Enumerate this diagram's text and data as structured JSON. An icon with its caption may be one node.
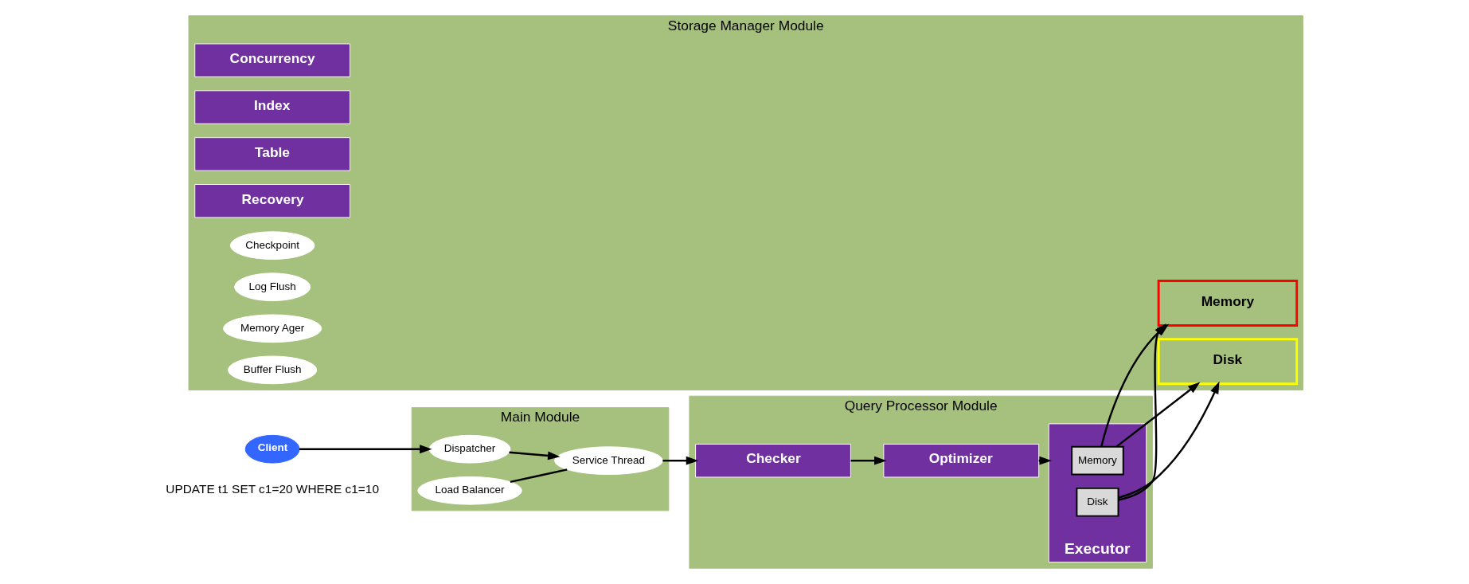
{
  "diagram": {
    "nodes": [
      {
        "text": [
          "Main Module"
        ]
      },
      {
        "text": [
          "Client"
        ],
        "beside": [
          "UPDATE t1 SET c1=20 WHERE c1=10"
        ]
      },
      {
        "text": [
          "Dispatcher"
        ],
        "in": 0
      },
      {
        "text": [
          "Service Thread"
        ],
        "in": 0
      },
      {
        "text": [
          "Load Balancer"
        ],
        "in": 0
      },
      {
        "text": [
          "Query Processor Module"
        ]
      },
      {
        "text": [
          "Checker"
        ],
        "in": 5
      },
      {
        "text": [
          "Optimizer"
        ],
        "in": 5
      },
      {
        "text": [
          "Executor"
        ],
        "in": 5
      },
      {
        "text": [
          "Memory"
        ],
        "in": 8
      },
      {
        "text": [
          "Disk"
        ],
        "in": 8
      },
      {
        "text": [
          "Storage Manager Module"
        ]
      },
      {
        "text": [
          "Memory"
        ],
        "in": 11
      },
      {
        "text": [
          "Disk"
        ],
        "in": 11
      },
      {
        "text": [
          "Concurrency"
        ],
        "in": 11
      },
      {
        "text": [
          "Index"
        ],
        "in": 11
      },
      {
        "text": [
          "Table"
        ],
        "in": 11
      },
      {
        "text": [
          "Recovery"
        ],
        "in": 11
      },
      {
        "text": [
          "Checkpoint"
        ],
        "in": 11
      },
      {
        "text": [
          "Log Flush"
        ],
        "in": 11
      },
      {
        "text": [
          "Memory Ager"
        ],
        "in": 11
      },
      {
        "text": [
          "Buffer Flush"
        ],
        "in": 11
      }
    ],
    "edges": [
      {
        "from": 1,
        "to": 2,
        "arrow": "to"
      },
      {
        "from": 2,
        "to": 3,
        "arrow": "to"
      },
      {
        "from": 4,
        "to": 3,
        "arrow": "none"
      },
      {
        "from": 3,
        "to": 6,
        "arrow": "to"
      },
      {
        "from": 6,
        "to": 7,
        "arrow": "to"
      },
      {
        "from": 7,
        "to": 8,
        "arrow": "to"
      },
      {
        "from": 9,
        "to": 12,
        "arrow": "to"
      },
      {
        "from": 9,
        "to": 13,
        "arrow": "to"
      },
      {
        "from": 10,
        "to": 12,
        "arrow": "to"
      },
      {
        "from": 10,
        "to": 13,
        "arrow": "to"
      }
    ]
  }
}
